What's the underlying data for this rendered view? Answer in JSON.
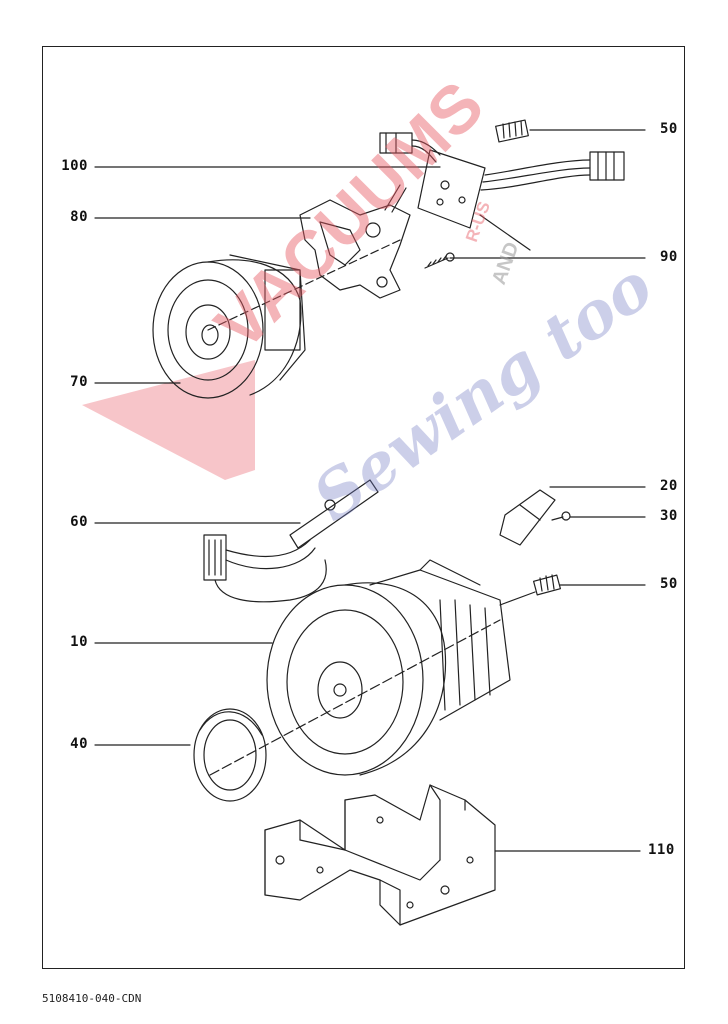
{
  "diagram": {
    "callouts": [
      {
        "id": "50a",
        "label": "50"
      },
      {
        "id": "100",
        "label": "100"
      },
      {
        "id": "80",
        "label": "80"
      },
      {
        "id": "90",
        "label": "90"
      },
      {
        "id": "70",
        "label": "70"
      },
      {
        "id": "60",
        "label": "60"
      },
      {
        "id": "20",
        "label": "20"
      },
      {
        "id": "30",
        "label": "30"
      },
      {
        "id": "50b",
        "label": "50"
      },
      {
        "id": "10",
        "label": "10"
      },
      {
        "id": "40",
        "label": "40"
      },
      {
        "id": "110",
        "label": "110"
      }
    ],
    "document_code": "5108410-040-CDN"
  },
  "watermark": {
    "word1": "VACUUMS",
    "word2": "Sewing too",
    "small1": "R-US",
    "small2": "AND",
    "colors": {
      "red": "#e85a64",
      "blue": "#6f78c2",
      "grey": "#999999"
    }
  }
}
